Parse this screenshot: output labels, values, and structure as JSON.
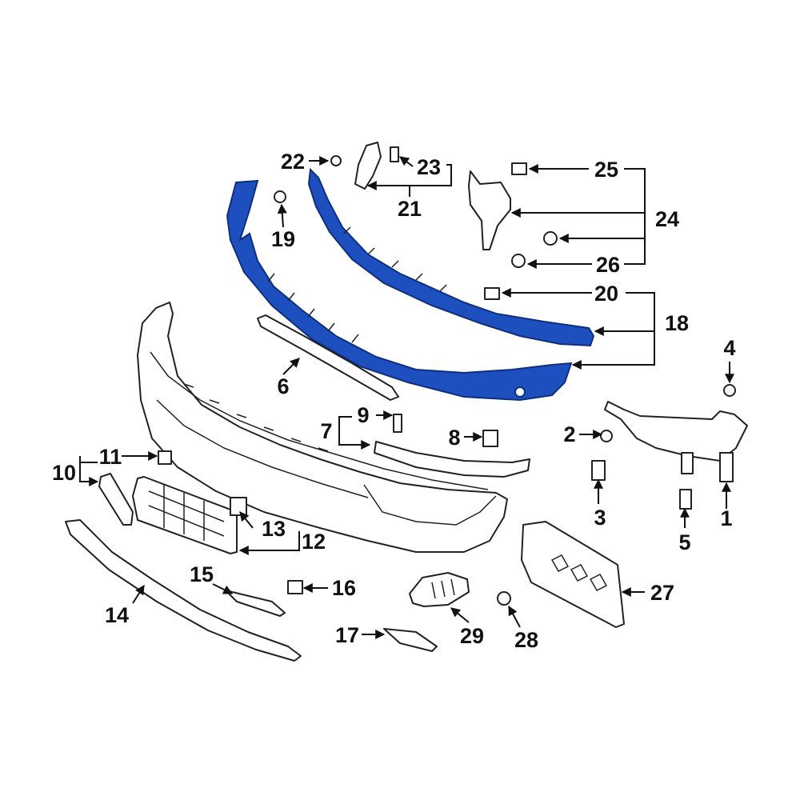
{
  "diagram": {
    "highlight_color": "#1e4fbf",
    "line_color": "#222222",
    "callouts": [
      {
        "id": "c1",
        "label": "1"
      },
      {
        "id": "c2",
        "label": "2"
      },
      {
        "id": "c3",
        "label": "3"
      },
      {
        "id": "c4",
        "label": "4"
      },
      {
        "id": "c5",
        "label": "5"
      },
      {
        "id": "c6",
        "label": "6"
      },
      {
        "id": "c7",
        "label": "7"
      },
      {
        "id": "c8",
        "label": "8"
      },
      {
        "id": "c9",
        "label": "9"
      },
      {
        "id": "c10",
        "label": "10"
      },
      {
        "id": "c11",
        "label": "11"
      },
      {
        "id": "c12",
        "label": "12"
      },
      {
        "id": "c13",
        "label": "13"
      },
      {
        "id": "c14",
        "label": "14"
      },
      {
        "id": "c15",
        "label": "15"
      },
      {
        "id": "c16",
        "label": "16"
      },
      {
        "id": "c17",
        "label": "17"
      },
      {
        "id": "c18",
        "label": "18"
      },
      {
        "id": "c19",
        "label": "19"
      },
      {
        "id": "c20",
        "label": "20"
      },
      {
        "id": "c21",
        "label": "21"
      },
      {
        "id": "c22",
        "label": "22"
      },
      {
        "id": "c23",
        "label": "23"
      },
      {
        "id": "c24",
        "label": "24"
      },
      {
        "id": "c25",
        "label": "25"
      },
      {
        "id": "c26",
        "label": "26"
      },
      {
        "id": "c27",
        "label": "27"
      },
      {
        "id": "c28",
        "label": "28"
      },
      {
        "id": "c29",
        "label": "29"
      }
    ]
  }
}
